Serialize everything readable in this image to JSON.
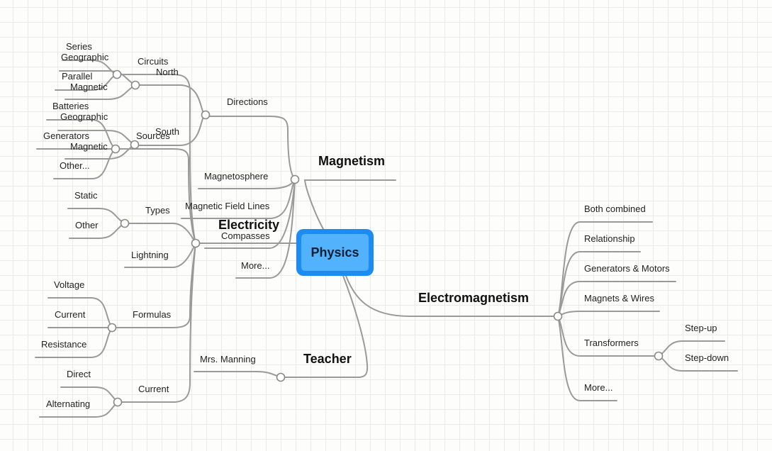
{
  "root": {
    "label": "Physics",
    "accent": "#1d8cf0",
    "fill": "#52b2fb"
  },
  "line_color": "#9a9a9a",
  "background": "#fdfdfb",
  "magnetism": {
    "label": "Magnetism",
    "directions": {
      "label": "Directions",
      "north": {
        "label": "North",
        "children": [
          "Geographic",
          "Magnetic"
        ]
      },
      "south": {
        "label": "South",
        "children": [
          "Geographic",
          "Magnetic"
        ]
      }
    },
    "magnetosphere": "Magnetosphere",
    "magnetic_field_lines": "Magnetic Field Lines",
    "compasses": "Compasses",
    "more": "More..."
  },
  "electricity": {
    "label": "Electricity",
    "circuits": {
      "label": "Circuits",
      "children": [
        "Series",
        "Parallel"
      ]
    },
    "sources": {
      "label": "Sources",
      "children": [
        "Batteries",
        "Generators",
        "Other..."
      ]
    },
    "types": {
      "label": "Types",
      "children": [
        "Static",
        "Other"
      ]
    },
    "lightning": "Lightning",
    "formulas": {
      "label": "Formulas",
      "children": [
        "Voltage",
        "Current",
        "Resistance"
      ]
    },
    "current": {
      "label": "Current",
      "children": [
        "Direct",
        "Alternating"
      ]
    }
  },
  "teacher": {
    "label": "Teacher",
    "name": "Mrs. Manning"
  },
  "electromagnetism": {
    "label": "Electromagnetism",
    "items": [
      "Both combined",
      "Relationship",
      "Generators & Motors",
      "Magnets & Wires",
      "Transformers",
      "More..."
    ],
    "transformers_children": [
      "Step-up",
      "Step-down"
    ]
  }
}
